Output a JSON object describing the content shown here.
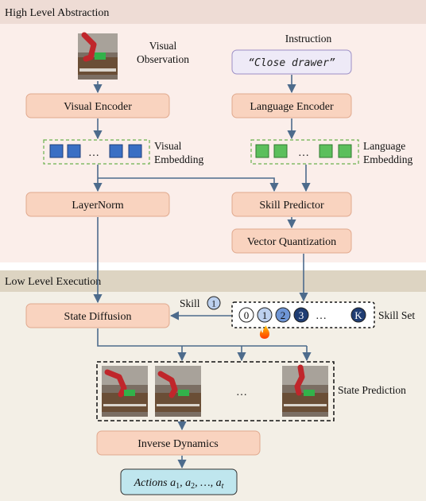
{
  "sections": {
    "high_level": "High Level Abstraction",
    "low_level": "Low Level Execution"
  },
  "visual": {
    "observation_line1": "Visual",
    "observation_line2": "Observation",
    "encoder": "Visual Encoder",
    "embedding_line1": "Visual",
    "embedding_line2": "Embedding",
    "embedding_ellipsis": "…",
    "token_color": "#3a6fc4"
  },
  "language": {
    "instruction_label": "Instruction",
    "instruction_text": "“Close drawer”",
    "encoder": "Language Encoder",
    "embedding_line1": "Language",
    "embedding_line2": "Embedding",
    "embedding_ellipsis": "…",
    "token_color": "#5cbf5c"
  },
  "modules": {
    "layernorm": "LayerNorm",
    "skill_predictor": "Skill Predictor",
    "vector_quantization": "Vector Quantization",
    "state_diffusion": "State Diffusion",
    "inverse_dynamics": "Inverse Dynamics"
  },
  "skill": {
    "arrow_label": "Skill",
    "arrow_label_index": "1",
    "set_label": "Skill Set",
    "codes": [
      "0",
      "1",
      "2",
      "3"
    ],
    "ellipsis": "…",
    "last_code": "K",
    "fire_icon": "flame-icon"
  },
  "state_prediction": {
    "label": "State Prediction",
    "ellipsis": "…"
  },
  "actions": {
    "prefix": "Actions",
    "formula": "a",
    "sub1": "1",
    "sub2": "2",
    "subt": "t",
    "sep": ", ",
    "dots": "…"
  },
  "colors": {
    "high_bg": "#fbeeea",
    "high_header": "#eedcd5",
    "low_bg": "#f3efe6",
    "low_header": "#ddd4c2",
    "box_fill": "#f9d3bf",
    "box_stroke": "#e0a98e",
    "arrow": "#4d6b8c",
    "actions_fill": "#bfe6ee",
    "instruction_fill": "#eeeaf7"
  }
}
